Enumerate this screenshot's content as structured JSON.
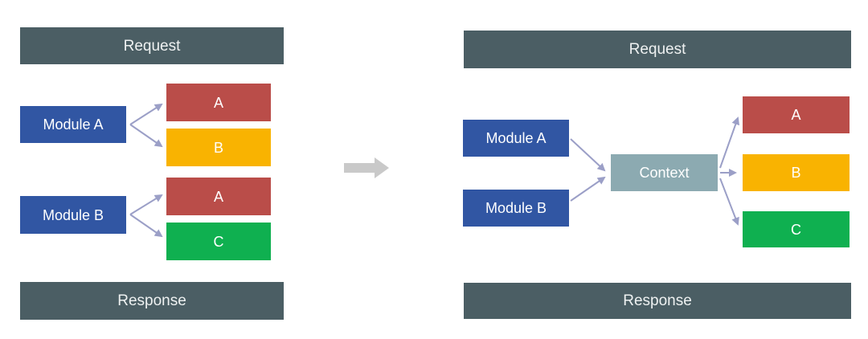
{
  "colors": {
    "background": "#ffffff",
    "bar": "#4b5e64",
    "module": "#3156a3",
    "context": "#8caab1",
    "itemA": "#ba4d49",
    "itemB": "#f9b301",
    "itemC": "#0fb050",
    "arrow": "#9b9fc7",
    "transition": "#c9c9c9"
  },
  "left": {
    "request": "Request",
    "response": "Response",
    "modules": [
      {
        "label": "Module A"
      },
      {
        "label": "Module B"
      }
    ],
    "items": [
      {
        "label": "A"
      },
      {
        "label": "B"
      },
      {
        "label": "A"
      },
      {
        "label": "C"
      }
    ]
  },
  "right": {
    "request": "Request",
    "response": "Response",
    "modules": [
      {
        "label": "Module A"
      },
      {
        "label": "Module B"
      }
    ],
    "context": "Context",
    "items": [
      {
        "label": "A"
      },
      {
        "label": "B"
      },
      {
        "label": "C"
      }
    ]
  },
  "icons": {
    "transform_arrow": "right-block-arrow"
  }
}
